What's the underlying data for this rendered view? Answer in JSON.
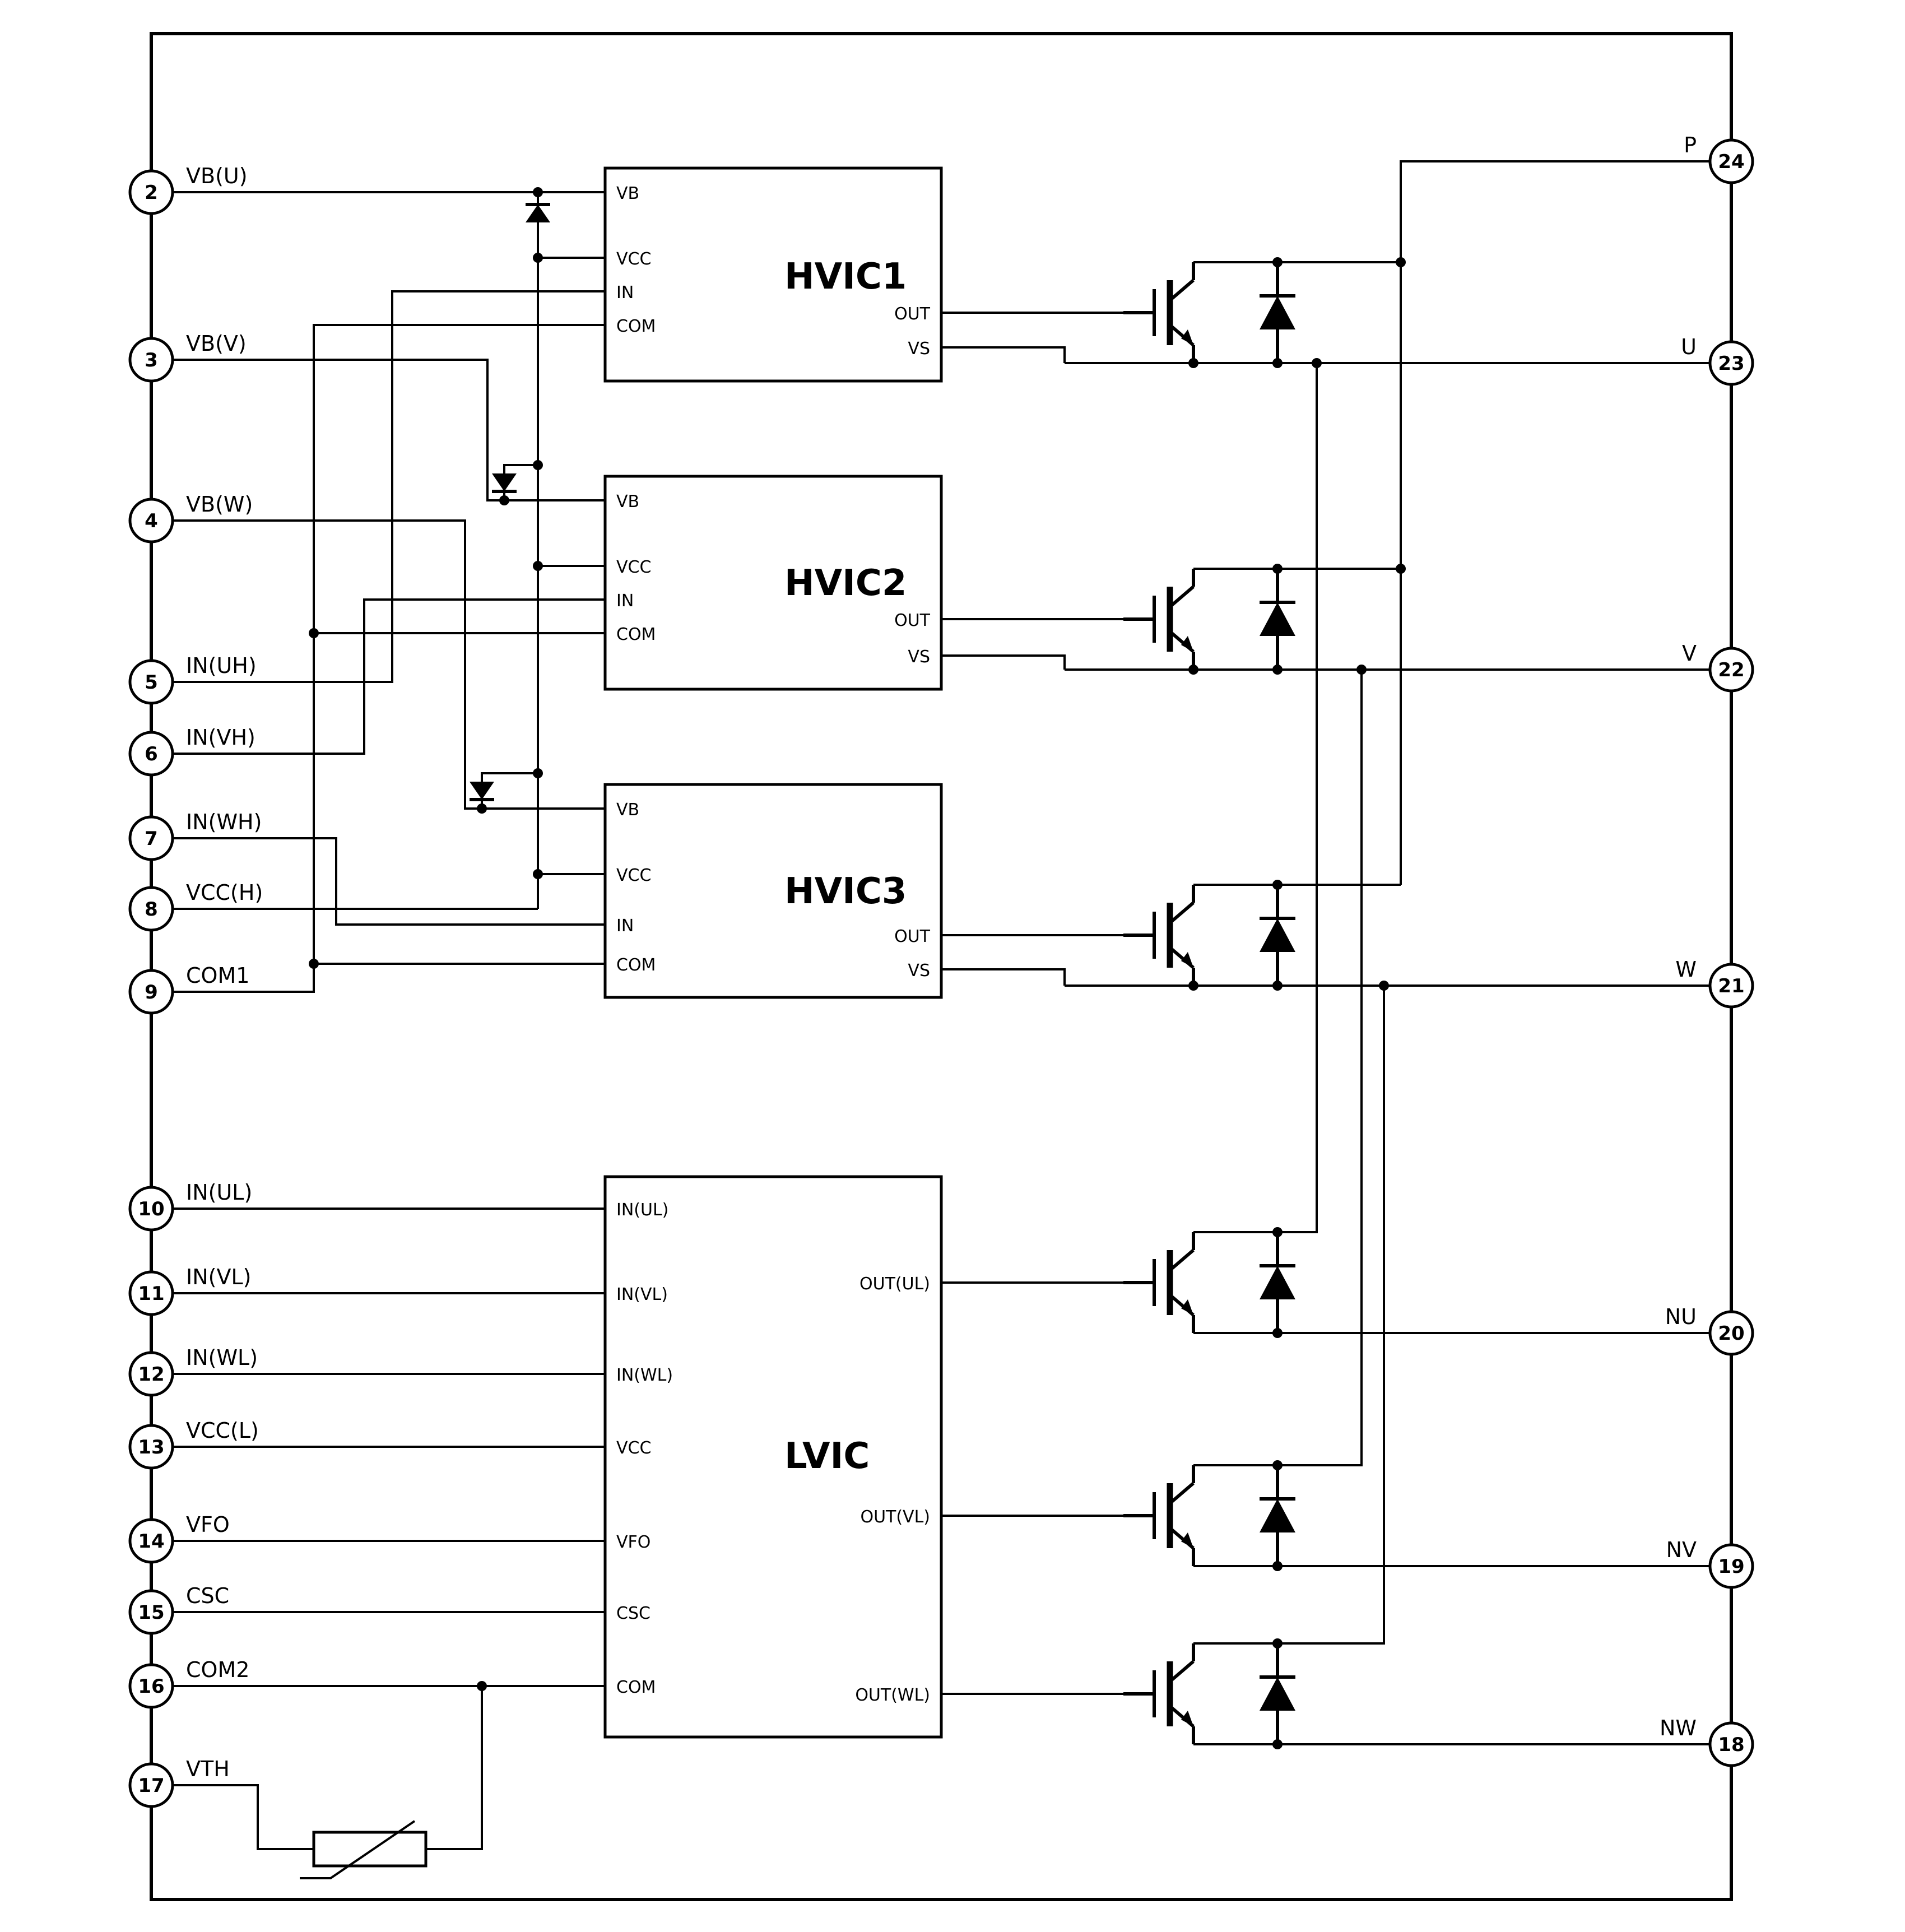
{
  "colors": {
    "line": "#000000",
    "background": "#ffffff"
  },
  "diagram": {
    "left_pins": [
      {
        "num": "2",
        "label": "VB(U)"
      },
      {
        "num": "3",
        "label": "VB(V)"
      },
      {
        "num": "4",
        "label": "VB(W)"
      },
      {
        "num": "5",
        "label": "IN(UH)"
      },
      {
        "num": "6",
        "label": "IN(VH)"
      },
      {
        "num": "7",
        "label": "IN(WH)"
      },
      {
        "num": "8",
        "label": "VCC(H)"
      },
      {
        "num": "9",
        "label": "COM1"
      },
      {
        "num": "10",
        "label": "IN(UL)"
      },
      {
        "num": "11",
        "label": "IN(VL)"
      },
      {
        "num": "12",
        "label": "IN(WL)"
      },
      {
        "num": "13",
        "label": "VCC(L)"
      },
      {
        "num": "14",
        "label": "VFO"
      },
      {
        "num": "15",
        "label": "CSC"
      },
      {
        "num": "16",
        "label": "COM2"
      },
      {
        "num": "17",
        "label": "VTH"
      }
    ],
    "right_pins": [
      {
        "num": "24",
        "label": "P"
      },
      {
        "num": "23",
        "label": "U"
      },
      {
        "num": "22",
        "label": "V"
      },
      {
        "num": "21",
        "label": "W"
      },
      {
        "num": "20",
        "label": "NU"
      },
      {
        "num": "19",
        "label": "NV"
      },
      {
        "num": "18",
        "label": "NW"
      }
    ],
    "hvic_blocks": [
      {
        "name": "HVIC1",
        "ports": {
          "vb": "VB",
          "vcc": "VCC",
          "in_": "IN",
          "com": "COM",
          "out": "OUT",
          "vs": "VS"
        }
      },
      {
        "name": "HVIC2",
        "ports": {
          "vb": "VB",
          "vcc": "VCC",
          "in_": "IN",
          "com": "COM",
          "out": "OUT",
          "vs": "VS"
        }
      },
      {
        "name": "HVIC3",
        "ports": {
          "vb": "VB",
          "vcc": "VCC",
          "in_": "IN",
          "com": "COM",
          "out": "OUT",
          "vs": "VS"
        }
      }
    ],
    "lvic": {
      "name": "LVIC",
      "ports": {
        "in_ul": "IN(UL)",
        "in_vl": "IN(VL)",
        "in_wl": "IN(WL)",
        "vcc": "VCC",
        "vfo": "VFO",
        "csc": "CSC",
        "com": "COM",
        "out_ul": "OUT(UL)",
        "out_vl": "OUT(VL)",
        "out_wl": "OUT(WL)"
      }
    }
  }
}
